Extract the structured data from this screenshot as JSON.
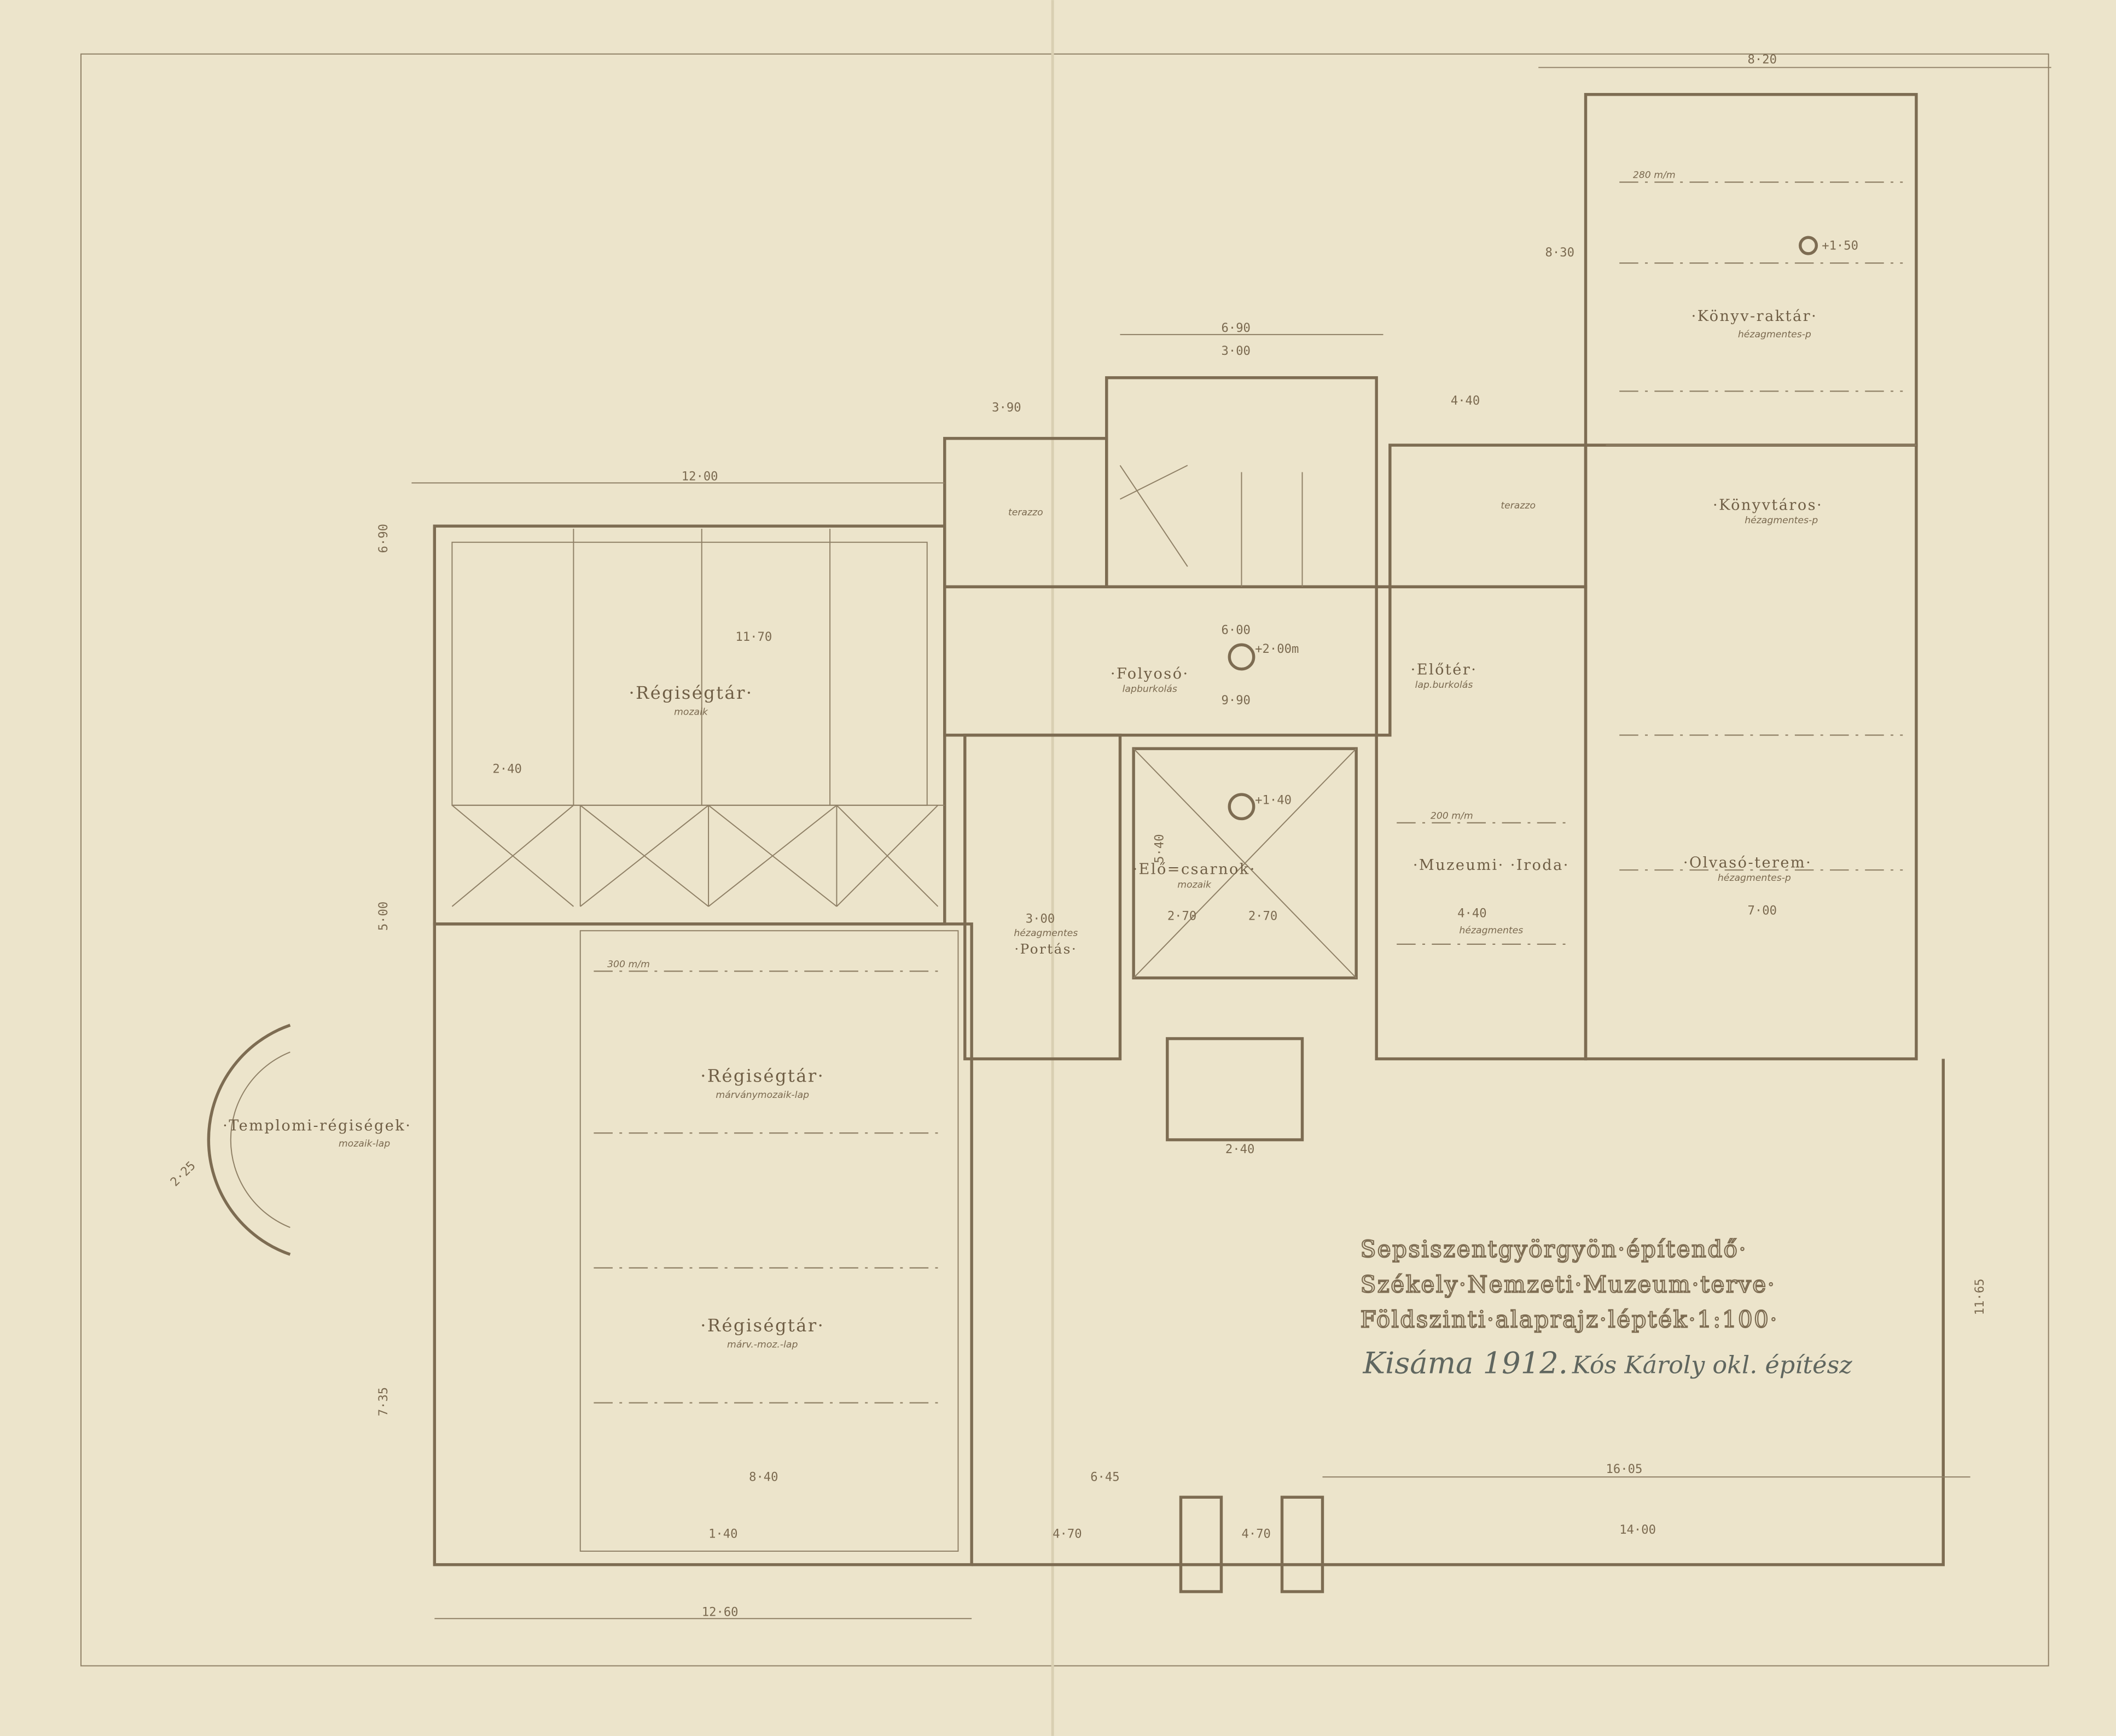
{
  "title_block": {
    "line1": "Sepsiszentgyörgyön·építendő·",
    "line2": "Székely·Nemzeti·Muzeum·terve·",
    "line3": "Földszinti·alaprajz·lépték·1:100·",
    "signature_left": "Kisáma 1912.",
    "signature_right": "Kós Károly okl. építész"
  },
  "rooms": {
    "regisegtar_1": {
      "name": "·Régiségtár·",
      "floor": "mozaik"
    },
    "regisegtar_2": {
      "name": "·Régiségtár·",
      "floor": "márványmozaik-lap"
    },
    "regisegtar_3": {
      "name": "·Régiségtár·",
      "floor": "márv.-moz.-lap"
    },
    "templomi": {
      "name": "·Templomi-régiségek·",
      "floor": "mozaik-lap"
    },
    "folyoso": {
      "name": "·Folyosó·",
      "floor": "lapburkolás"
    },
    "eloter": {
      "name": "·Előtér·",
      "floor": "lap.burkolás"
    },
    "elocsarnok": {
      "name": "·Elő=csarnok·",
      "floor": "mozaik"
    },
    "portas": {
      "name": "·Portás·",
      "floor": "hézagmentes"
    },
    "iroda": {
      "name": "·Muzeumi· ·Iroda·",
      "floor": "hézagmentes"
    },
    "olvaso": {
      "name": "·Olvasó-terem·",
      "floor": "hézagmentes-p"
    },
    "konyvraktar": {
      "name": "·Könyv-raktár·",
      "floor": "hézagmentes-p"
    },
    "konyvtaros": {
      "name": "·Könyvtáros·",
      "floor": "hézagmentes-p"
    },
    "terazzo_1": {
      "name": "terazzo"
    },
    "terazzo_2": {
      "name": "terazzo"
    }
  },
  "levels": {
    "folyoso": "+2·00m",
    "elocsarnok": "+1·40",
    "konyvraktar": "+1·50"
  },
  "dimensions": {
    "west_width": "12·00",
    "west_inner": "11·70",
    "bottom_west": "12·60",
    "stair_outer": "6·90",
    "stair_inner": "3·00",
    "east_top": "8·20",
    "east_height": "8·30",
    "bottom_east": "16·05",
    "court_bottom": "14·00",
    "court_mid": "6·45",
    "steps_a": "4·70",
    "steps_b": "4·70",
    "entry": "2·40",
    "corridor": "9·90",
    "corridor_w": "6·00",
    "office": "4·40",
    "reading": "7·00",
    "west_h1": "6·90",
    "west_h2": "5·00",
    "west_h3": "7·35",
    "east_h": "11·65",
    "hall_h": "5·40",
    "hall_w1": "2·70",
    "hall_w2": "2·70",
    "left_block": "3·90",
    "right_block": "4·40",
    "bay": "2·40",
    "bay_b": "1·40",
    "apse_r": "2·25",
    "room_w": "8·40",
    "portas_w": "3·00",
    "floor_height_a": "300 m/m",
    "floor_height_b": "280 m/m",
    "floor_height_c": "200 m/m"
  }
}
